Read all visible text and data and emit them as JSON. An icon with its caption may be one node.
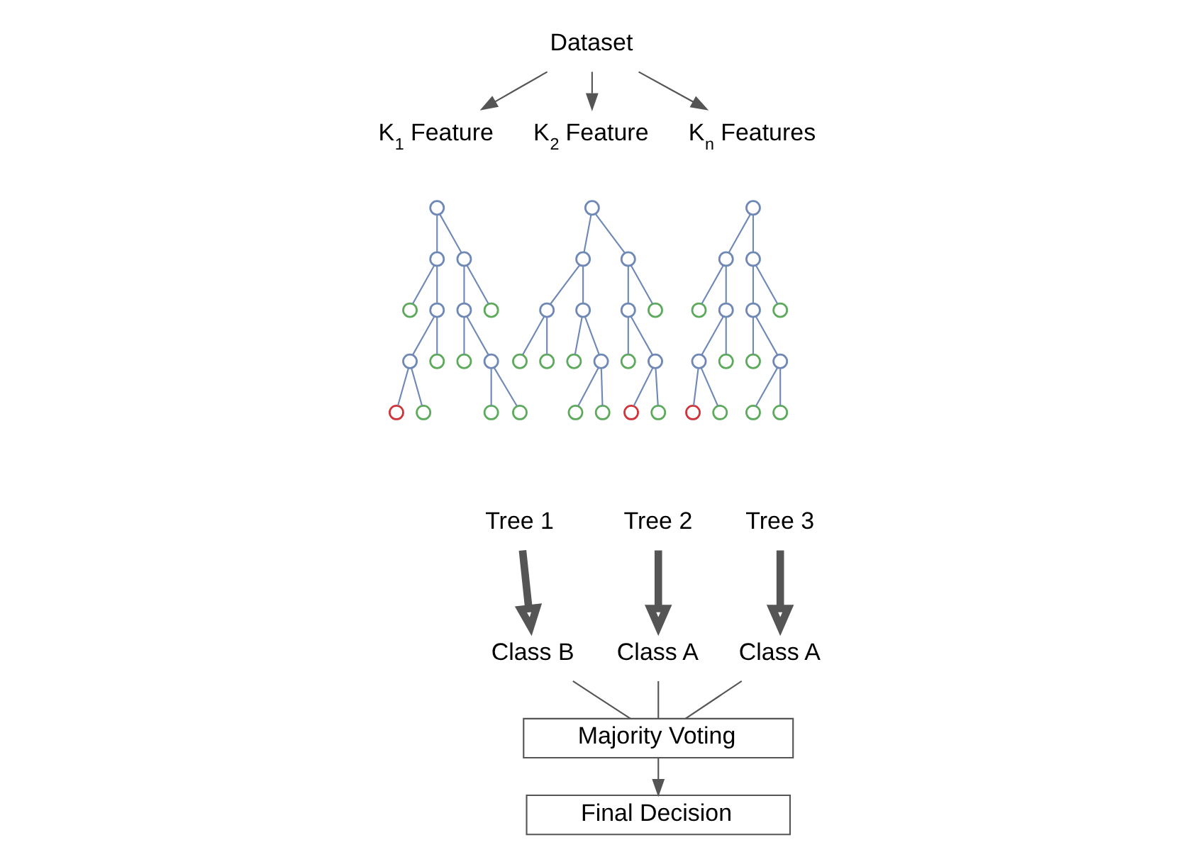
{
  "diagram": {
    "nodes": [
      {
        "text": [
          "Dataset"
        ]
      },
      {
        "text": [
          "K$_{1}$ Feature"
        ]
      },
      {
        "text": [
          "K$_{2}$ Feature"
        ]
      },
      {
        "text": [
          "K$_{n}$ Features"
        ]
      },
      {
        "text": [],
        "shape": "circle"
      },
      {
        "text": [],
        "shape": "circle"
      },
      {
        "text": [],
        "shape": "circle"
      },
      {
        "text": [],
        "shape": "circle"
      },
      {
        "text": [],
        "shape": "circle"
      },
      {
        "text": [],
        "shape": "circle"
      },
      {
        "text": [],
        "shape": "circle"
      },
      {
        "text": [],
        "shape": "circle"
      },
      {
        "text": [],
        "shape": "circle"
      },
      {
        "text": [],
        "shape": "circle"
      },
      {
        "text": [],
        "shape": "circle"
      },
      {
        "text": [],
        "shape": "circle"
      },
      {
        "text": [],
        "shape": "circle"
      },
      {
        "text": [],
        "shape": "circle"
      },
      {
        "text": [],
        "shape": "circle"
      },
      {
        "text": [],
        "shape": "circle"
      },
      {
        "text": [],
        "shape": "circle"
      },
      {
        "text": [],
        "shape": "circle"
      },
      {
        "text": [],
        "shape": "circle"
      },
      {
        "text": [],
        "shape": "circle"
      },
      {
        "text": [],
        "shape": "circle"
      },
      {
        "text": [],
        "shape": "circle"
      },
      {
        "text": [],
        "shape": "circle"
      },
      {
        "text": [],
        "shape": "circle"
      },
      {
        "text": [],
        "shape": "circle"
      },
      {
        "text": [],
        "shape": "circle"
      },
      {
        "text": [],
        "shape": "circle"
      },
      {
        "text": [],
        "shape": "circle"
      },
      {
        "text": [],
        "shape": "circle"
      },
      {
        "text": [],
        "shape": "circle"
      },
      {
        "text": [],
        "shape": "circle"
      },
      {
        "text": [],
        "shape": "circle"
      },
      {
        "text": [],
        "shape": "circle"
      },
      {
        "text": [],
        "shape": "circle"
      },
      {
        "text": [],
        "shape": "circle"
      },
      {
        "text": [],
        "shape": "circle"
      },
      {
        "text": [],
        "shape": "circle"
      },
      {
        "text": [],
        "shape": "circle"
      },
      {
        "text": [],
        "shape": "circle"
      },
      {
        "text": [],
        "shape": "circle"
      },
      {
        "text": [],
        "shape": "circle"
      },
      {
        "text": [],
        "shape": "circle"
      },
      {
        "text": [],
        "shape": "circle"
      },
      {
        "text": [],
        "shape": "circle"
      },
      {
        "text": [],
        "shape": "circle"
      },
      {
        "text": [],
        "shape": "circle"
      },
      {
        "text": [],
        "shape": "circle"
      },
      {
        "text": [
          "Tree 1"
        ]
      },
      {
        "text": [
          "Tree 2"
        ]
      },
      {
        "text": [
          "Tree 3"
        ]
      },
      {
        "text": [
          "Class B"
        ]
      },
      {
        "text": [
          "Class A"
        ]
      },
      {
        "text": [
          "Class A"
        ]
      },
      {
        "text": [
          "Majority Voting"
        ]
      },
      {
        "text": [
          "Final Decision"
        ]
      }
    ],
    "edges": [
      {
        "from": 0,
        "to": 1,
        "arrow": "to",
        "color": "#555555"
      },
      {
        "from": 0,
        "to": 2,
        "arrow": "to",
        "color": "#555555"
      },
      {
        "from": 0,
        "to": 3,
        "arrow": "to",
        "color": "#555555"
      },
      {
        "from": 4,
        "to": 5,
        "arrow": "none"
      },
      {
        "from": 4,
        "to": 6,
        "arrow": "none"
      },
      {
        "from": 5,
        "to": 7,
        "arrow": "none"
      },
      {
        "from": 5,
        "to": 8,
        "arrow": "none"
      },
      {
        "from": 6,
        "to": 9,
        "arrow": "none"
      },
      {
        "from": 6,
        "to": 10,
        "arrow": "none"
      },
      {
        "from": 8,
        "to": 11,
        "arrow": "none"
      },
      {
        "from": 8,
        "to": 12,
        "arrow": "none"
      },
      {
        "from": 9,
        "to": 13,
        "arrow": "none"
      },
      {
        "from": 9,
        "to": 14,
        "arrow": "none"
      },
      {
        "from": 11,
        "to": 15,
        "arrow": "none"
      },
      {
        "from": 11,
        "to": 16,
        "arrow": "none"
      },
      {
        "from": 14,
        "to": 17,
        "arrow": "none"
      },
      {
        "from": 14,
        "to": 18,
        "arrow": "none"
      },
      {
        "from": 19,
        "to": 20,
        "arrow": "none"
      },
      {
        "from": 19,
        "to": 21,
        "arrow": "none"
      },
      {
        "from": 20,
        "to": 22,
        "arrow": "none"
      },
      {
        "from": 20,
        "to": 23,
        "arrow": "none"
      },
      {
        "from": 21,
        "to": 24,
        "arrow": "none"
      },
      {
        "from": 21,
        "to": 25,
        "arrow": "none"
      },
      {
        "from": 22,
        "to": 26,
        "arrow": "none"
      },
      {
        "from": 22,
        "to": 27,
        "arrow": "none"
      },
      {
        "from": 23,
        "to": 28,
        "arrow": "none"
      },
      {
        "from": 23,
        "to": 29,
        "arrow": "none"
      },
      {
        "from": 24,
        "to": 30,
        "arrow": "none"
      },
      {
        "from": 24,
        "to": 31,
        "arrow": "none"
      },
      {
        "from": 29,
        "to": 32,
        "arrow": "none"
      },
      {
        "from": 29,
        "to": 33,
        "arrow": "none"
      },
      {
        "from": 31,
        "to": 34,
        "arrow": "none"
      },
      {
        "from": 31,
        "to": 35,
        "arrow": "none"
      },
      {
        "from": 36,
        "to": 37,
        "arrow": "none"
      },
      {
        "from": 36,
        "to": 38,
        "arrow": "none"
      },
      {
        "from": 37,
        "to": 39,
        "arrow": "none"
      },
      {
        "from": 37,
        "to": 40,
        "arrow": "none"
      },
      {
        "from": 38,
        "to": 41,
        "arrow": "none"
      },
      {
        "from": 38,
        "to": 42,
        "arrow": "none"
      },
      {
        "from": 40,
        "to": 43,
        "arrow": "none"
      },
      {
        "from": 40,
        "to": 44,
        "arrow": "none"
      },
      {
        "from": 41,
        "to": 45,
        "arrow": "none"
      },
      {
        "from": 41,
        "to": 46,
        "arrow": "none"
      },
      {
        "from": 43,
        "to": 47,
        "arrow": "none"
      },
      {
        "from": 43,
        "to": 48,
        "arrow": "none"
      },
      {
        "from": 46,
        "to": 49,
        "arrow": "none"
      },
      {
        "from": 46,
        "to": 50,
        "arrow": "none"
      },
      {
        "from": 51,
        "to": 54,
        "arrow": "to",
        "style": "thick",
        "color": "#555555"
      },
      {
        "from": 52,
        "to": 55,
        "arrow": "to",
        "style": "thick",
        "color": "#555555"
      },
      {
        "from": 53,
        "to": 56,
        "arrow": "to",
        "style": "thick",
        "color": "#555555"
      },
      {
        "from": 54,
        "to": 57,
        "arrow": "none",
        "color": "#555555"
      },
      {
        "from": 55,
        "to": 57,
        "arrow": "none",
        "color": "#555555"
      },
      {
        "from": 56,
        "to": 57,
        "arrow": "none",
        "color": "#555555"
      },
      {
        "from": 57,
        "to": 58,
        "arrow": "to",
        "color": "#555555"
      }
    ]
  }
}
